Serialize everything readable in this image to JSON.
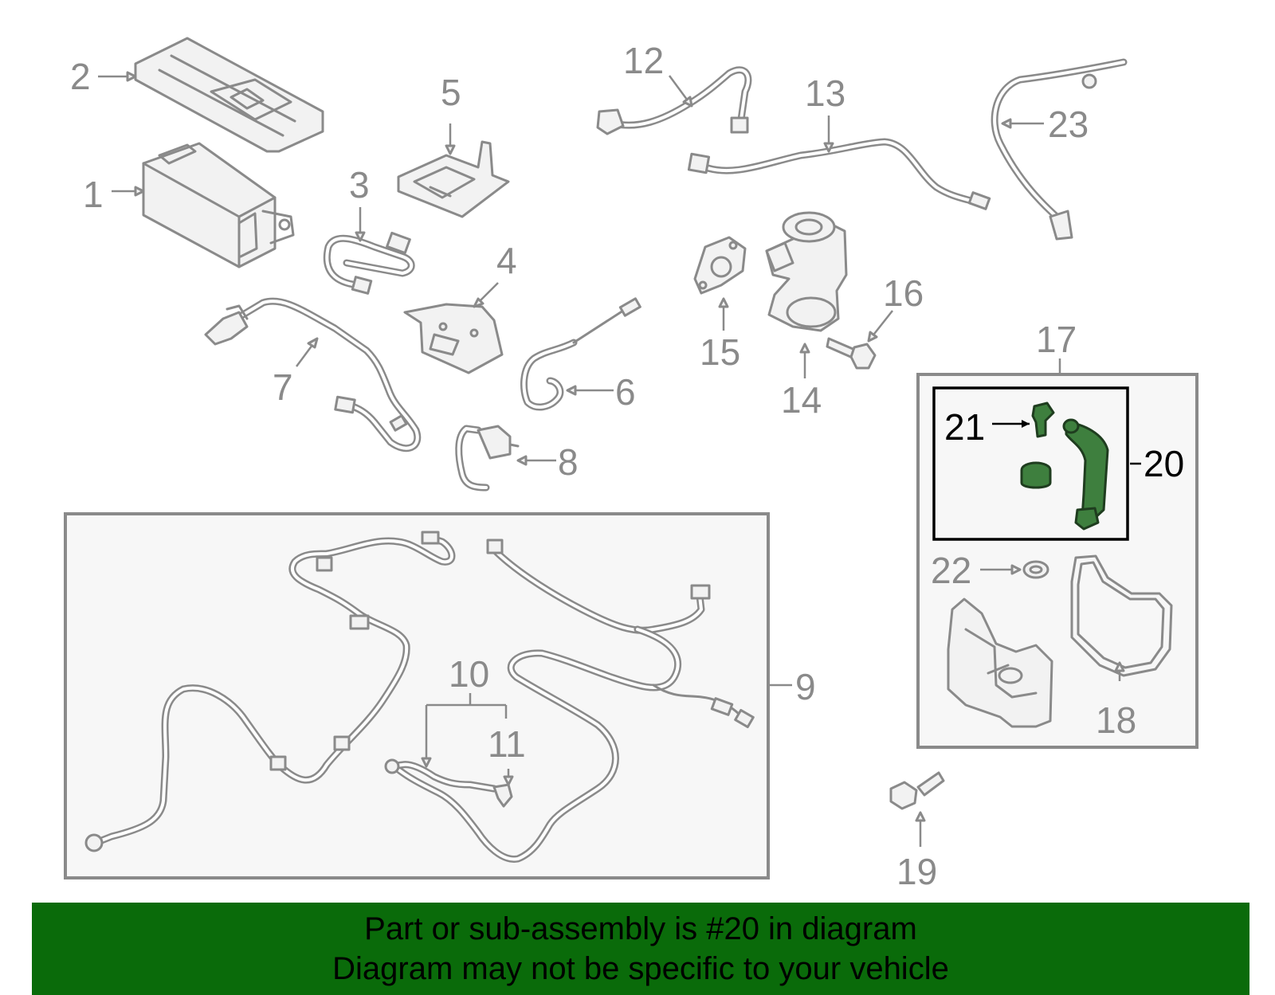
{
  "diagram": {
    "callouts": [
      {
        "id": "1",
        "label": "1"
      },
      {
        "id": "2",
        "label": "2"
      },
      {
        "id": "3",
        "label": "3"
      },
      {
        "id": "4",
        "label": "4"
      },
      {
        "id": "5",
        "label": "5"
      },
      {
        "id": "6",
        "label": "6"
      },
      {
        "id": "7",
        "label": "7"
      },
      {
        "id": "8",
        "label": "8"
      },
      {
        "id": "9",
        "label": "9"
      },
      {
        "id": "10",
        "label": "10"
      },
      {
        "id": "11",
        "label": "11"
      },
      {
        "id": "12",
        "label": "12"
      },
      {
        "id": "13",
        "label": "13"
      },
      {
        "id": "14",
        "label": "14"
      },
      {
        "id": "15",
        "label": "15"
      },
      {
        "id": "16",
        "label": "16"
      },
      {
        "id": "17",
        "label": "17"
      },
      {
        "id": "18",
        "label": "18"
      },
      {
        "id": "19",
        "label": "19"
      },
      {
        "id": "20",
        "label": "20",
        "highlighted": true
      },
      {
        "id": "21",
        "label": "21",
        "highlighted": true
      },
      {
        "id": "22",
        "label": "22"
      },
      {
        "id": "23",
        "label": "23"
      }
    ],
    "colors": {
      "line_art": "#8a8a8a",
      "highlight_part": "#3e7f3e",
      "banner_background": "#0a6b0a",
      "banner_text": "#000000"
    }
  },
  "banner": {
    "line1": "Part or sub-assembly is #20 in diagram",
    "line2": "Diagram may not be specific to your vehicle"
  }
}
